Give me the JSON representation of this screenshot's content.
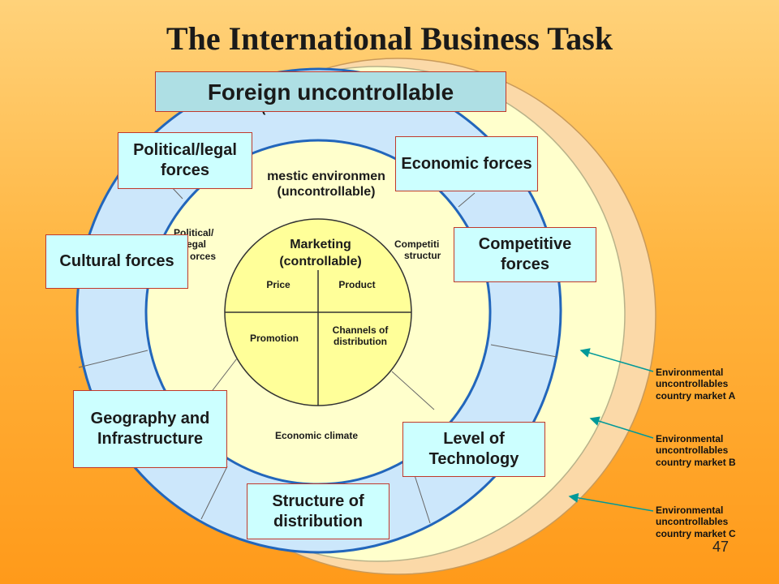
{
  "title": "The International Business Task",
  "header": "Foreign uncontrollable",
  "outer_ring_fragment": "(",
  "forces": {
    "political_legal": "Political/legal forces",
    "economic": "Economic forces",
    "cultural": "Cultural forces",
    "competitive": "Competitive forces",
    "geography": "Geography and Infrastructure",
    "technology": "Level of Technology",
    "distribution": "Structure of distribution"
  },
  "domestic": {
    "title_line1": "mestic environmen",
    "title_line2": "(uncontrollable)",
    "political_line1": "Political/",
    "political_line2": "egal",
    "political_line3": "orces",
    "competitive_line1": "Competiti",
    "competitive_line2": "structur",
    "economic_climate": "Economic climate"
  },
  "marketing": {
    "title_line1": "Marketing",
    "title_line2": "(controllable)",
    "price": "Price",
    "product": "Product",
    "promotion": "Promotion",
    "channels_line1": "Channels of",
    "channels_line2": "distribution"
  },
  "side_labels": {
    "a": {
      "line1": "Environmental",
      "line2": "uncontrollables",
      "line3": "country market A"
    },
    "b": {
      "line1": "Environmental",
      "line2": "uncontrollables",
      "line3": "country market B"
    },
    "c": {
      "line1": "Environmental",
      "line2": "uncontrollables",
      "line3": "country market C"
    }
  },
  "page_number": "47",
  "colors": {
    "ring_c": "#fbd9a8",
    "ring_b": "#ffffcc",
    "ring_a": "#cce7fb",
    "domestic": "#ffffcc",
    "marketing": "#ffff99",
    "box_fill": "#ccffff",
    "box_border": "#c0392b",
    "arrow": "#009999"
  }
}
